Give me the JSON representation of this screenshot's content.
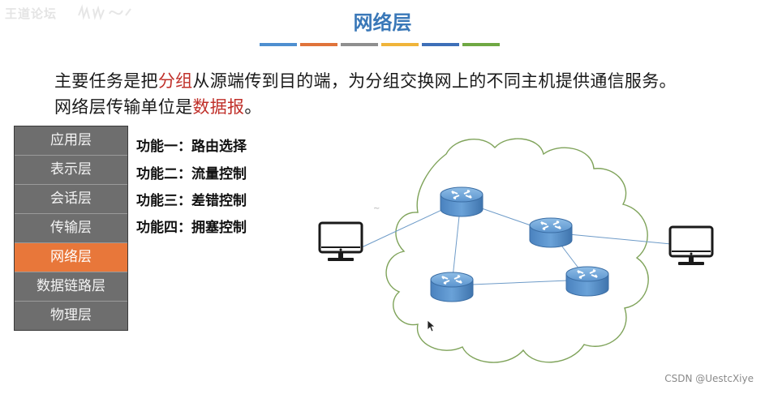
{
  "header": {
    "logo_text": "王道论坛",
    "title": "网络层"
  },
  "accent_colors": [
    "#4e8fd0",
    "#e0733a",
    "#8f8f8f",
    "#f0b43a",
    "#3d6fb8",
    "#6fa843"
  ],
  "description": {
    "line1_prefix": "主要任务是把",
    "line1_highlight": "分组",
    "line1_suffix": "从源端传到目的端，为分组交换网上的不同主机提供通信服务。",
    "line2_prefix": "网络层传输单位是",
    "line2_highlight": "数据报",
    "line2_suffix": "。"
  },
  "osi_layers": [
    {
      "label": "应用层",
      "active": false
    },
    {
      "label": "表示层",
      "active": false
    },
    {
      "label": "会话层",
      "active": false
    },
    {
      "label": "传输层",
      "active": false
    },
    {
      "label": "网络层",
      "active": true
    },
    {
      "label": "数据链路层",
      "active": false
    },
    {
      "label": "物理层",
      "active": false
    }
  ],
  "functions": [
    "功能一：路由选择",
    "功能二：流量控制",
    "功能三：差错控制",
    "功能四：拥塞控制"
  ],
  "diagram": {
    "nodes": [
      "host-left",
      "router-1",
      "router-2",
      "router-3",
      "router-4",
      "host-right"
    ],
    "icons": [
      "cloud-icon",
      "router-icon",
      "computer-icon",
      "mouse-cursor-icon"
    ]
  },
  "watermark": "CSDN @UestcXiye"
}
